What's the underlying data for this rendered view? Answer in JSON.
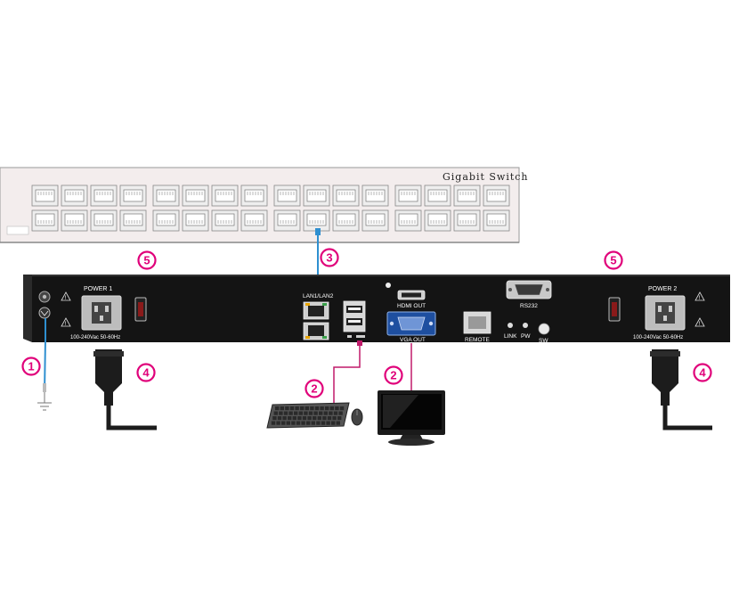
{
  "switch": {
    "label": "Gigabit Switch"
  },
  "panel": {
    "power1_label": "POWER 1",
    "power1_rating": "100-240Vac 50-60Hz",
    "power2_label": "POWER 2",
    "power2_rating": "100-240Vac 50-60Hz",
    "lan_label": "LAN1/LAN2",
    "hdmi_label": "HDMI OUT",
    "vga_label": "VGA OUT",
    "rs232_label": "RS232",
    "remote_label": "REMOTE",
    "link_label": "LINK",
    "pw_label": "PW",
    "sw_label": "SW"
  },
  "callouts": [
    "1",
    "2",
    "2",
    "3",
    "4",
    "4",
    "5",
    "5"
  ],
  "colors": {
    "callout": "#e0007a",
    "cable_blue": "#2e8fd0",
    "panel": "#141414",
    "switch_body": "#f3eded"
  }
}
